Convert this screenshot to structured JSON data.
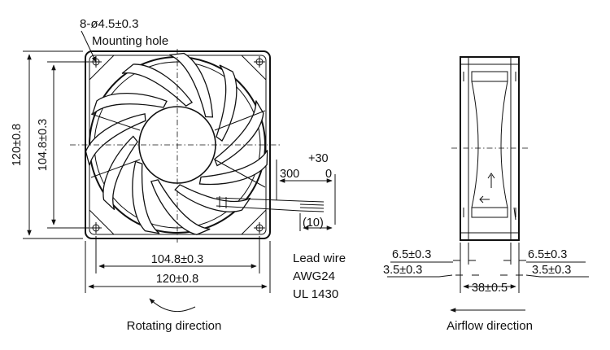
{
  "front_view": {
    "mounting_hole_spec": "8-ø4.5±0.3",
    "mounting_hole_label": "Mounting hole",
    "height_overall": "120±0.8",
    "height_holes": "104.8±0.3",
    "width_holes": "104.8±0.3",
    "width_overall": "120±0.8",
    "lead_length": "300",
    "lead_tol_plus": "+30",
    "lead_tol_minus": "0",
    "strip_length": "(10)",
    "lead_wire_lines": [
      "Lead wire",
      "AWG24",
      "UL 1430"
    ],
    "rotation_label": "Rotating direction"
  },
  "side_view": {
    "left_flange": "6.5±0.3",
    "left_inset": "3.5±0.3",
    "right_flange": "6.5±0.3",
    "right_inset": "3.5±0.3",
    "depth": "38±0.5",
    "airflow_label": "Airflow direction"
  }
}
